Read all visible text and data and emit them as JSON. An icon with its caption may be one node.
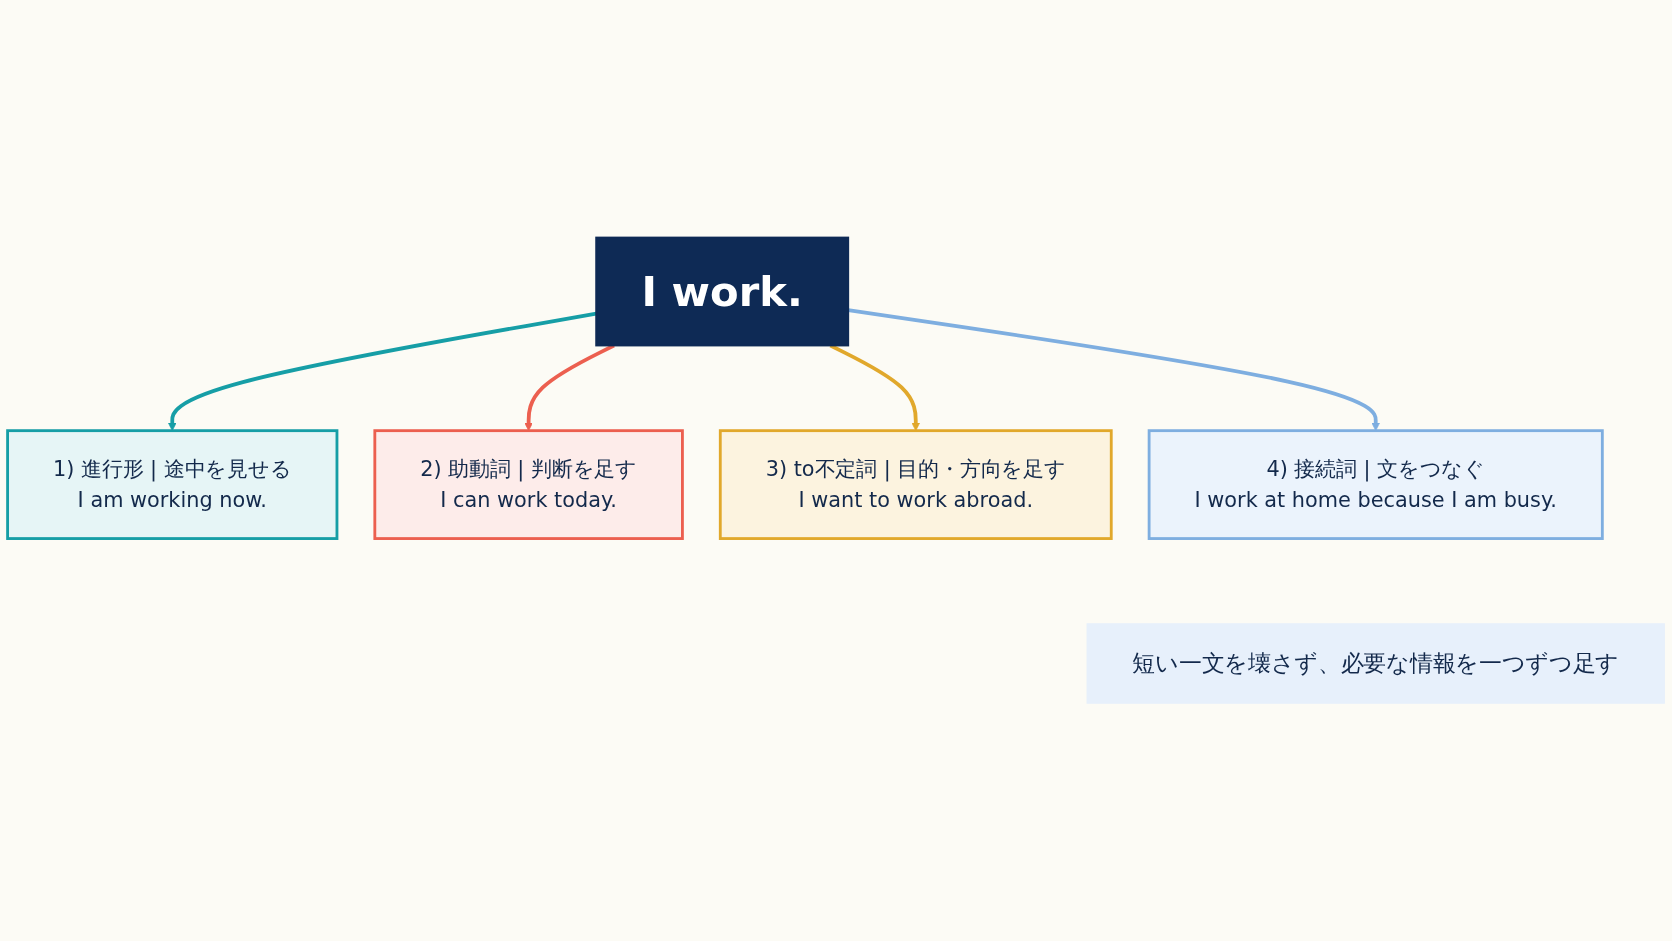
{
  "diagram": {
    "nodes": [
      {
        "text": [
          "1) 進行形 | 途中を見せる",
          "I am working now."
        ]
      },
      {
        "text": [
          "2) 助動詞 | 判断を足す",
          "I can work today."
        ]
      },
      {
        "text": [
          "I work."
        ]
      },
      {
        "text": [
          "3) to不定詞 | 目的・方向を足す",
          "I want to work abroad."
        ]
      },
      {
        "text": [
          "4) 接続詞 | 文をつなぐ",
          "I work at home because I am busy."
        ]
      },
      {
        "text": [
          "短い一文を壊さず、必要な情報を一つずつ足す"
        ]
      }
    ],
    "edges": [
      {
        "from": 2,
        "to": 0,
        "arrow": "to",
        "color": "#169ea6"
      },
      {
        "from": 2,
        "to": 1,
        "arrow": "to",
        "color": "#ec5f4f"
      },
      {
        "from": 2,
        "to": 3,
        "arrow": "to",
        "color": "#e1a82b"
      },
      {
        "from": 2,
        "to": 4,
        "arrow": "to",
        "color": "#7eaee0"
      }
    ]
  }
}
